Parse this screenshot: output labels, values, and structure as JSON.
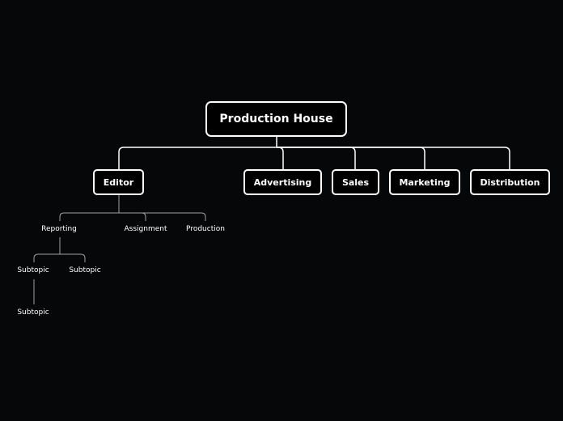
{
  "root": {
    "label": "Production House"
  },
  "main_topics": [
    {
      "label": "Editor"
    },
    {
      "label": "Advertising"
    },
    {
      "label": "Sales"
    },
    {
      "label": "Marketing"
    },
    {
      "label": "Distribution"
    }
  ],
  "editor_subtopics": [
    {
      "label": "Reporting"
    },
    {
      "label": "Assignment"
    },
    {
      "label": "Production"
    }
  ],
  "reporting_subtopics": [
    {
      "label": "Subtopic"
    },
    {
      "label": "Subtopic"
    }
  ],
  "nested_subtopics": [
    {
      "label": "Subtopic"
    }
  ],
  "colors": {
    "background": "#060709",
    "node_fill": "#000000",
    "node_border": "#ffffff",
    "connector_main": "#ffffff",
    "connector_sub": "#a0a0a0"
  }
}
